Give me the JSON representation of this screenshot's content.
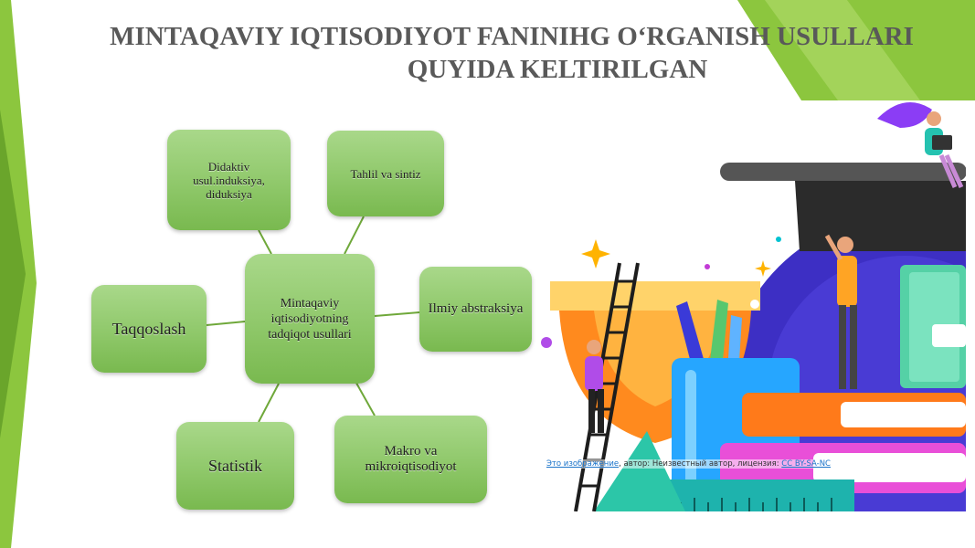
{
  "slide": {
    "title_line1": "MINTAQAVIY IQTISODIYOT FANINIHG O‘RGANISH USULLARI",
    "title_line2": "QUYIDA KELTIRILGAN"
  },
  "diagram": {
    "center": "Mintaqaviy iqtisodiyotning tadqiqot usullari",
    "nodes": [
      "Didaktiv usul.induksiya, diduksiya",
      "Tahlil va sintiz",
      "Ilmiy abstraksiya",
      "Makro va mikroiqtisodiyot",
      "Statistik",
      "Taqqoslash"
    ]
  },
  "credit": {
    "link_text": "Это изображение",
    "middle_text": ", автор: Неизвестный автор, лицензия: ",
    "license": "CC BY-SA-NC"
  },
  "colors": {
    "stripe_green": "#8cc63e",
    "node_green": "#8fc86a",
    "connector": "#6fa83a",
    "title_gray": "#595959"
  }
}
